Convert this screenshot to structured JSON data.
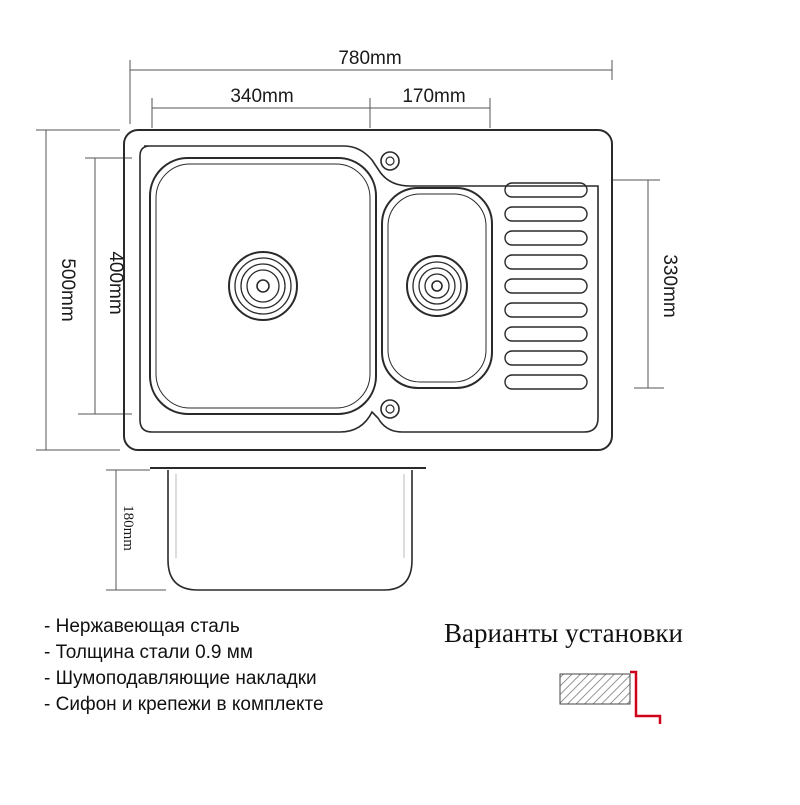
{
  "dimensions": {
    "total_width": "780mm",
    "bowl_width": "340mm",
    "small_bowl_width": "170mm",
    "total_depth": "500mm",
    "bowl_depth": "400mm",
    "small_bowl_depth": "330mm",
    "bowl_height": "180mm"
  },
  "features": {
    "items": [
      "- Нержавеющая сталь",
      "- Толщина стали 0.9 мм",
      "- Шумоподавляющие накладки",
      "- Сифон и крепежи в комплекте"
    ]
  },
  "installation": {
    "title": "Варианты установки",
    "variants": [
      "flush-mount-icon"
    ],
    "accent_color": "#d0021b"
  },
  "colors": {
    "line": "#2a2a2a",
    "dimension_line": "#555555",
    "hatch": "#777777"
  }
}
